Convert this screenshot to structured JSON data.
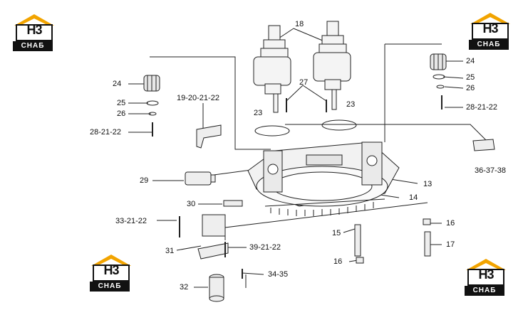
{
  "logo": {
    "mark": "H3",
    "word": "СНАБ"
  },
  "callouts": {
    "c18": "18",
    "c24_left": "24",
    "c24_right": "24",
    "c25_left": "25",
    "c25_right": "25",
    "c26_left": "26",
    "c26_right": "26",
    "c28_left": "28-21-22",
    "c28_right": "28-21-22",
    "c19": "19-20-21-22",
    "c27": "27",
    "c23_left": "23",
    "c23_right": "23",
    "c36": "36-37-38",
    "c29": "29",
    "c13": "13",
    "c14": "14",
    "c30": "30",
    "c33": "33-21-22",
    "c16_top": "16",
    "c15": "15",
    "c17": "17",
    "c31": "31",
    "c39": "39-21-22",
    "c16_bottom": "16",
    "c34": "34-35",
    "c32": "32"
  },
  "colors": {
    "logo_orange": "#f2a400",
    "ink": "#111111"
  }
}
